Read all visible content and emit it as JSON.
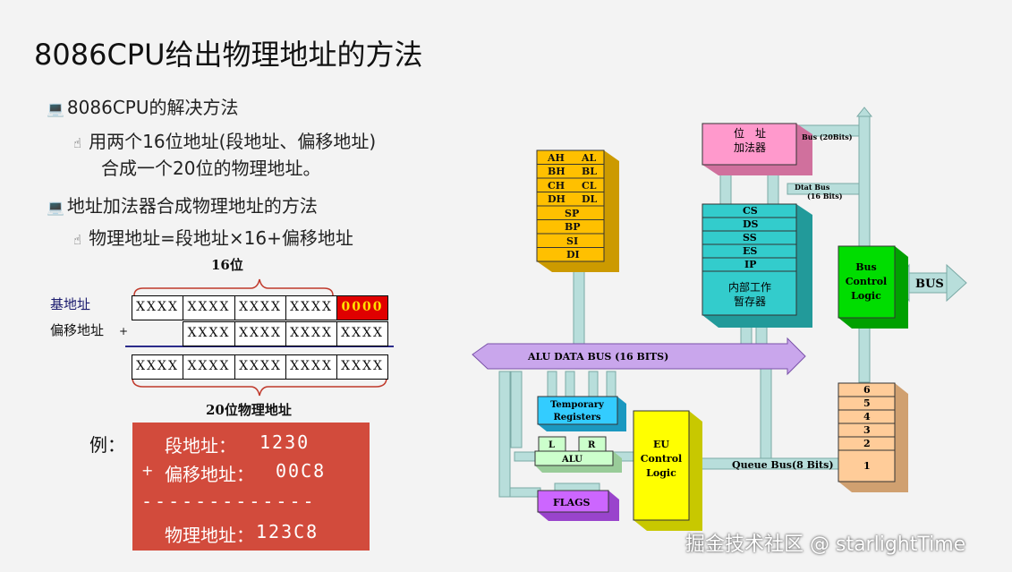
{
  "title": "8086CPU给出物理地址的方法",
  "bullets": {
    "b1": "8086CPU的解决方法",
    "b1_sub1": "用两个16位地址(段地址、偏移地址)",
    "b1_sub2": "合成一个20位的物理地址。",
    "b2": "地址加法器合成物理地址的方法",
    "b2_sub": "物理地址=段地址×16+偏移地址"
  },
  "adder": {
    "top_label": "16位",
    "base_label": "基地址",
    "offset_label": "偏移地址",
    "plus": "+",
    "cell": "XXXX",
    "zero": "0000",
    "bottom_label": "20位物理地址"
  },
  "example": {
    "label": "例：",
    "seg_label": "段地址：",
    "seg_value": "1230",
    "plus": "+",
    "off_label": "偏移地址：",
    "off_value": "00C8",
    "dashes": "-------------",
    "phys_label": "物理地址：",
    "phys_value": "123C8"
  },
  "diagram": {
    "registers": [
      "AH",
      "AL",
      "BH",
      "BL",
      "CH",
      "CL",
      "DH",
      "DL",
      "SP",
      "BP",
      "SI",
      "DI"
    ],
    "segs": [
      "CS",
      "DS",
      "SS",
      "ES",
      "IP"
    ],
    "internal": [
      "内部工作",
      "暂存器"
    ],
    "addr_adder": [
      "位　址",
      "加法器"
    ],
    "bus20": "Bus (20Bits)",
    "data_bus": [
      "Dtat Bus",
      "(16 Bits)"
    ],
    "bcl": [
      "Bus",
      "Control",
      "Logic"
    ],
    "bus": "BUS",
    "alu_data_bus": "ALU DATA BUS (16 BITS)",
    "temp": [
      "Temporary",
      "Registers"
    ],
    "L": "L",
    "R": "R",
    "alu": "ALU",
    "flags": "FLAGS",
    "eu": [
      "EU",
      "Control",
      "Logic"
    ],
    "queue_bus": "Queue  Bus(8 Bits)",
    "queue": [
      "6",
      "5",
      "4",
      "3",
      "2",
      "1"
    ]
  },
  "watermark": "掘金技术社区 @ starlightTime",
  "colors": {
    "gpr": "#ffc000",
    "seg": "#33cccc",
    "adder": "#ff99cc",
    "bcl": "#00dd00",
    "queue": "#ffcc99",
    "eu": "#ffff00",
    "temp": "#33ccff",
    "alu": "#ccffcc",
    "flags": "#cc66ff",
    "bus": "#bb88ee",
    "arrow": "#b8dedb",
    "example_bg": "#d24b3c"
  }
}
